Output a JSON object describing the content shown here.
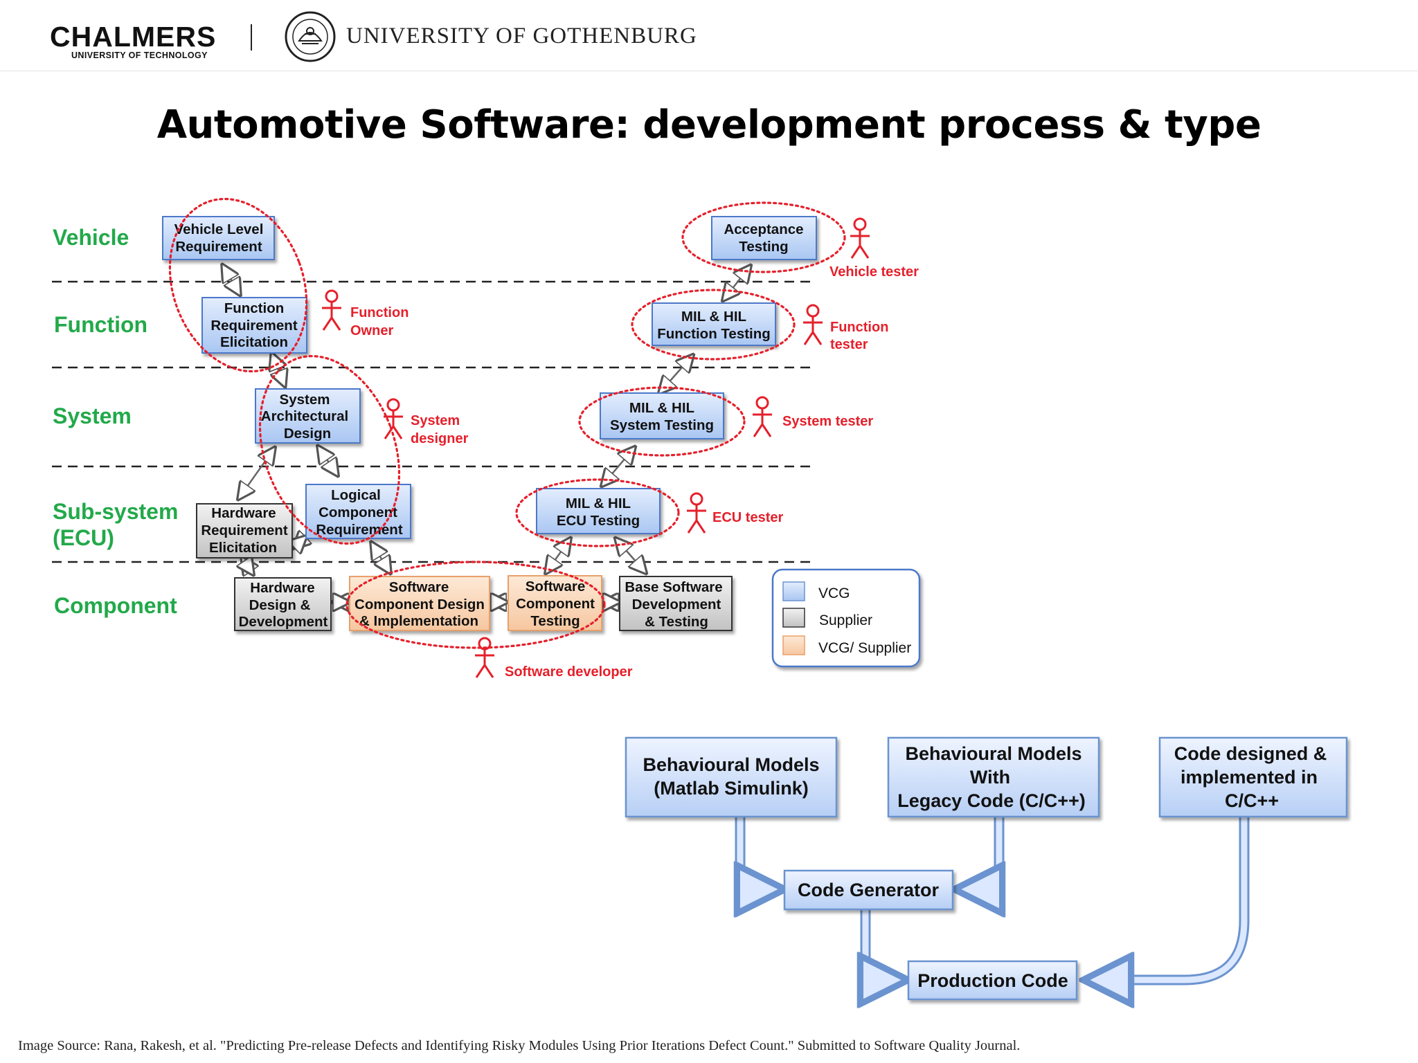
{
  "header": {
    "left_logo": "CHALMERS",
    "left_logo_sub": "UNIVERSITY OF TECHNOLOGY",
    "right_logo": "UNIVERSITY OF GOTHENBURG",
    "seal_icon": "gothenburg-seal-icon"
  },
  "title": "Automotive Software: development process & type",
  "vmodel": {
    "levels": [
      [
        "Vehicle"
      ],
      [
        "Function"
      ],
      [
        "System"
      ],
      [
        "Sub-system",
        "(ECU)"
      ],
      [
        "Component"
      ]
    ],
    "boxes": [
      [
        "Vehicle Level",
        "Requirement"
      ],
      [
        "Function",
        "Requirement",
        "Elicitation"
      ],
      [
        "System",
        "Architectural",
        "Design"
      ],
      [
        "Hardware",
        "Requirement",
        "Elicitation"
      ],
      [
        "Logical",
        "Component",
        "Requirement"
      ],
      [
        "Hardware",
        "Design &",
        "Development"
      ],
      [
        "Software",
        "Component Design",
        "& Implementation"
      ],
      [
        "Software",
        "Component",
        "Testing"
      ],
      [
        "Base Software",
        "Development",
        "& Testing"
      ],
      [
        "MIL & HIL",
        "ECU Testing"
      ],
      [
        "MIL & HIL",
        "System Testing"
      ],
      [
        "MIL & HIL",
        "Function Testing"
      ],
      [
        "Acceptance",
        "Testing"
      ]
    ],
    "roles": [
      [
        "Function",
        "Owner"
      ],
      [
        "System",
        "designer"
      ],
      [
        "Software developer"
      ],
      [
        "ECU tester"
      ],
      [
        "System tester"
      ],
      [
        "Function",
        "tester"
      ],
      [
        "Vehicle tester"
      ]
    ],
    "legend": [
      "VCG",
      "Supplier",
      "VCG/ Supplier"
    ],
    "colors": {
      "level": "#22a94a",
      "role": "#e5202b",
      "vcg": "#bcd3f7",
      "supplier": "#d2d2d2",
      "vcg_supplier": "#f9d7b8"
    }
  },
  "flow": {
    "boxes": [
      [
        "Behavioural Models",
        "(Matlab Simulink)"
      ],
      [
        "Behavioural Models",
        "With",
        "Legacy Code (C/C++)"
      ],
      [
        "Code designed &",
        "implemented  in",
        "C/C++"
      ],
      [
        "Code Generator"
      ],
      [
        "Production Code"
      ]
    ]
  },
  "caption": "Image Source: Rana, Rakesh, et al. \"Predicting Pre-release Defects and Identifying Risky Modules Using Prior Iterations Defect Count.\" Submitted to Software Quality Journal."
}
